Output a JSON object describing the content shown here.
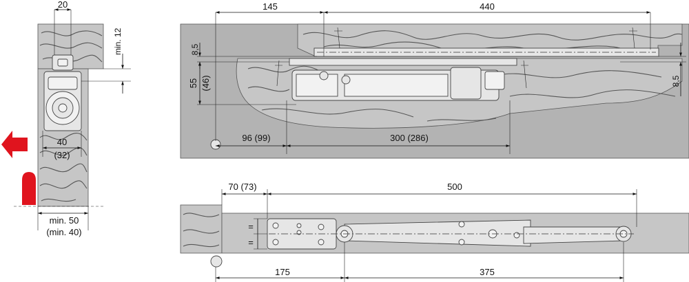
{
  "colors": {
    "wood": "#c6c6c6",
    "arrow": "#e0141e",
    "dim_line": "#111111"
  },
  "icons": {
    "direction_arrow": "arrow-left-icon",
    "stop": "door-stop-icon"
  },
  "side_view": {
    "width_top": "20",
    "min_12": "min. 12",
    "width_40": "40",
    "width_32": "(32)",
    "min_50": "min. 50",
    "min_40": "(min. 40)"
  },
  "elevation": {
    "dim_145": "145",
    "dim_440": "440",
    "dim_8_5_left": "8,5",
    "dim_55": "55",
    "dim_46": "(46)",
    "dim_96": "96 (99)",
    "dim_300": "300 (286)",
    "dim_8_5_right": "8,5"
  },
  "plan": {
    "dim_70": "70 (73)",
    "dim_500": "500",
    "dim_175": "175",
    "dim_375": "375",
    "equal_mark_1": "=",
    "equal_mark_2": "="
  }
}
